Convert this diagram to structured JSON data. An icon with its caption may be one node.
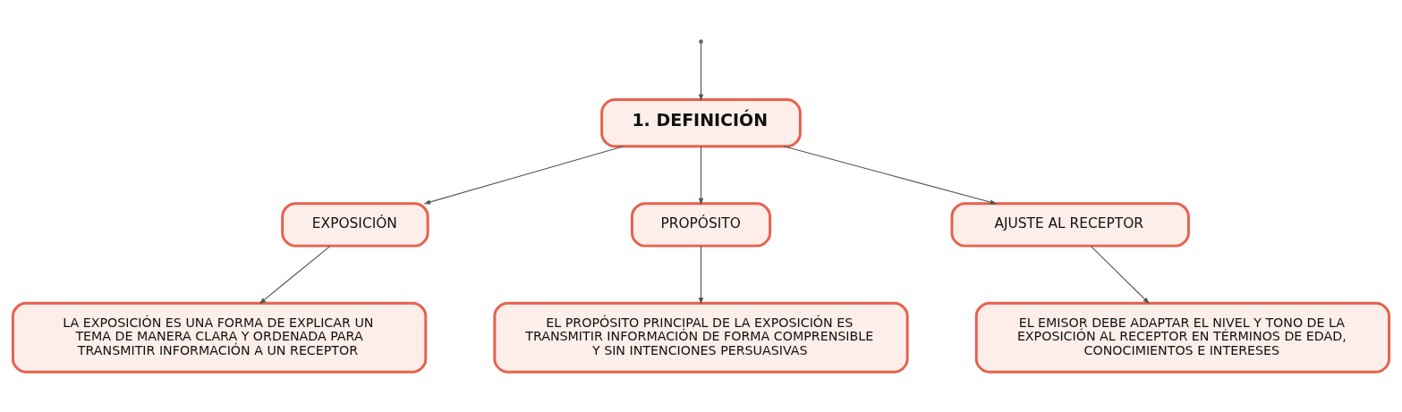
{
  "diagram": {
    "nodes": [
      {
        "text": [
          "1. DEFINICIÓN"
        ]
      },
      {
        "text": [
          "EXPOSICIÓN"
        ]
      },
      {
        "text": [
          "PROPÓSITO"
        ]
      },
      {
        "text": [
          "AJUSTE AL RECEPTOR"
        ]
      },
      {
        "text": [
          "LA EXPOSICIÓN ES UNA FORMA DE EXPLICAR UN TEMA DE MANERA CLARA Y ORDENADA PARA TRANSMITIR INFORMACIÓN A UN RECEPTOR"
        ]
      },
      {
        "text": [
          "EL PROPÓSITO PRINCIPAL DE LA EXPOSICIÓN ES TRANSMITIR INFORMACIÓN DE FORMA COMPRENSIBLE Y SIN INTENCIONES PERSUASIVAS"
        ]
      },
      {
        "text": [
          "EL EMISOR DEBE ADAPTAR EL NIVEL Y TONO DE LA EXPOSICIÓN AL RECEPTOR EN TÉRMINOS DE EDAD, CONOCIMIENTOS E INTERESES"
        ]
      }
    ],
    "edges": [
      {
        "from": null,
        "to": 0,
        "arrow": "to"
      },
      {
        "from": 0,
        "to": 1,
        "arrow": "to"
      },
      {
        "from": 0,
        "to": 2,
        "arrow": "to"
      },
      {
        "from": 0,
        "to": 3,
        "arrow": "to"
      },
      {
        "from": 1,
        "to": 4,
        "arrow": "to"
      },
      {
        "from": 2,
        "to": 5,
        "arrow": "to"
      },
      {
        "from": 3,
        "to": 6,
        "arrow": "to"
      }
    ]
  }
}
